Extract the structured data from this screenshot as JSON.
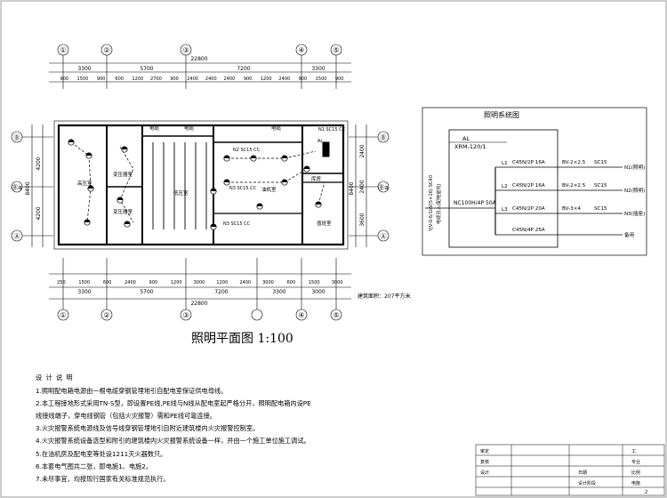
{
  "axes": {
    "columns": [
      "①",
      "②",
      "③",
      "④",
      "⑤"
    ],
    "rows": [
      "Ⓑ",
      "Ⓑa",
      "Ⓐ"
    ],
    "top_dims": [
      "3300",
      "5700",
      "7200",
      "3300"
    ],
    "top_total": "22800",
    "top_sub": [
      "900",
      "1500",
      "900",
      "600",
      "1200",
      "2700",
      "900",
      "2400",
      "2400",
      "2400",
      "900",
      "1200",
      "2400",
      "900",
      "1500",
      "900"
    ],
    "bottom_sub": [
      "250",
      "1500",
      "600",
      "2400",
      "900",
      "1200",
      "3000",
      "1200",
      "2400",
      "3000",
      "600",
      "1500",
      "3000"
    ],
    "bottom_dims": [
      "3300",
      "5700",
      "7200",
      "3300",
      "3000"
    ],
    "bottom_total": "22800",
    "left_dims": [
      "4200",
      "4200"
    ],
    "left_total": "8400",
    "right_dims": [
      "2400",
      "2400",
      "3600"
    ],
    "right_total": "8400"
  },
  "rooms": {
    "high_voltage": "高压室",
    "transformer_1": "变压器室",
    "transformer_2": "变压器室",
    "low_voltage": "低压室",
    "diesel": "油机室",
    "storage": "库房",
    "duty": "值班室",
    "trench_1": "电缆",
    "trench_2": "电缆",
    "trench_3": "电缆"
  },
  "plan_labels": {
    "n1": "N1 SC15 CC",
    "n2": "N2 SC15 CC",
    "n3a": "N3 SC15 CC",
    "n3b": "N3 SC15 CC",
    "al_box": "AL"
  },
  "plan_title": "照明平面图 1:100",
  "building_area": "建筑面积：207平方米",
  "system": {
    "title": "照明系统图",
    "panel": "AL",
    "panel_model": "XRM-120/1",
    "incoming_cable": "YJV-0.6/1kV(5×16) SC40",
    "incoming_desc": "电缆引入(配电室内)",
    "main_breaker": "NC100H/4P 50A",
    "circuits": [
      {
        "phase": "L1",
        "breaker": "C45N/2P 16A",
        "cable": "BV-2×2.5",
        "conduit": "SC15",
        "load": "N1(照明)"
      },
      {
        "phase": "L2",
        "breaker": "C45N/2P 16A",
        "cable": "BV-2×2.5",
        "conduit": "SC15",
        "load": "N2(照明)"
      },
      {
        "phase": "L3",
        "breaker": "C45N/2P 20A",
        "cable": "BV-3×4",
        "conduit": "SC15",
        "load": "N3(插座)"
      },
      {
        "phase": "",
        "breaker": "C45N/4P 25A",
        "cable": "",
        "conduit": "",
        "load": "备用"
      }
    ]
  },
  "notes": {
    "title": "设 计 说 明",
    "items": [
      "1.照明配电箱电源由一根电缆穿钢管埋地引自配电室保证供电母线。",
      "2.本工程接地形式采用TN-S型，即设置PE线,PE线与N线从配电室起严格分开，照明配电箱内设PE",
      "   线接线端子，穿电线钢管（包括火灾报警）需和PE线可靠连接。",
      "3.火灾报警系统电源线及信号线穿钢管埋地引自附近建筑楼内火灾报警控制室。",
      "4.火灾报警系统设备选型和附引的建筑楼内火灾报警系统设备一样，并由一个施工单位施工调试。",
      "5.在油机房及配电室等处设1211灭火器数只。",
      "6.本套电气图共二张，即电施1、电施2。",
      "7.未尽事宜，均按现行国家有关标准规范执行。"
    ]
  },
  "title_block": {
    "c1": "工",
    "c2": "专业",
    "c3": "比例",
    "c4": "日期",
    "c5": "设计阶段",
    "c6": "审定",
    "c7": "复核",
    "c8": "设计",
    "c9": "电施",
    "c10": "2"
  }
}
